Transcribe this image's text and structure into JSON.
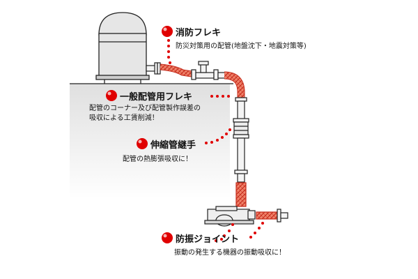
{
  "colors": {
    "accent": "#e00000",
    "flex_red": "#e8543a",
    "ground": "#eeeeee",
    "line": "#222222"
  },
  "annotations": [
    {
      "id": "fire-flex",
      "title": "消防フレキ",
      "desc": [
        "防災対策用の配管(地盤沈下・地震対策等)"
      ]
    },
    {
      "id": "general-flex",
      "title": "一般配管用フレキ",
      "desc": [
        "配管のコーナー及び配管製作誤差の",
        "吸収による工賃削減！"
      ]
    },
    {
      "id": "expansion-joint",
      "title": "伸縮管継手",
      "desc": [
        "配管の熱膨張吸収に！"
      ]
    },
    {
      "id": "vibration-joint",
      "title": "防振ジョイント",
      "desc": [
        "振動の発生する機器の振動吸収に！"
      ]
    }
  ]
}
